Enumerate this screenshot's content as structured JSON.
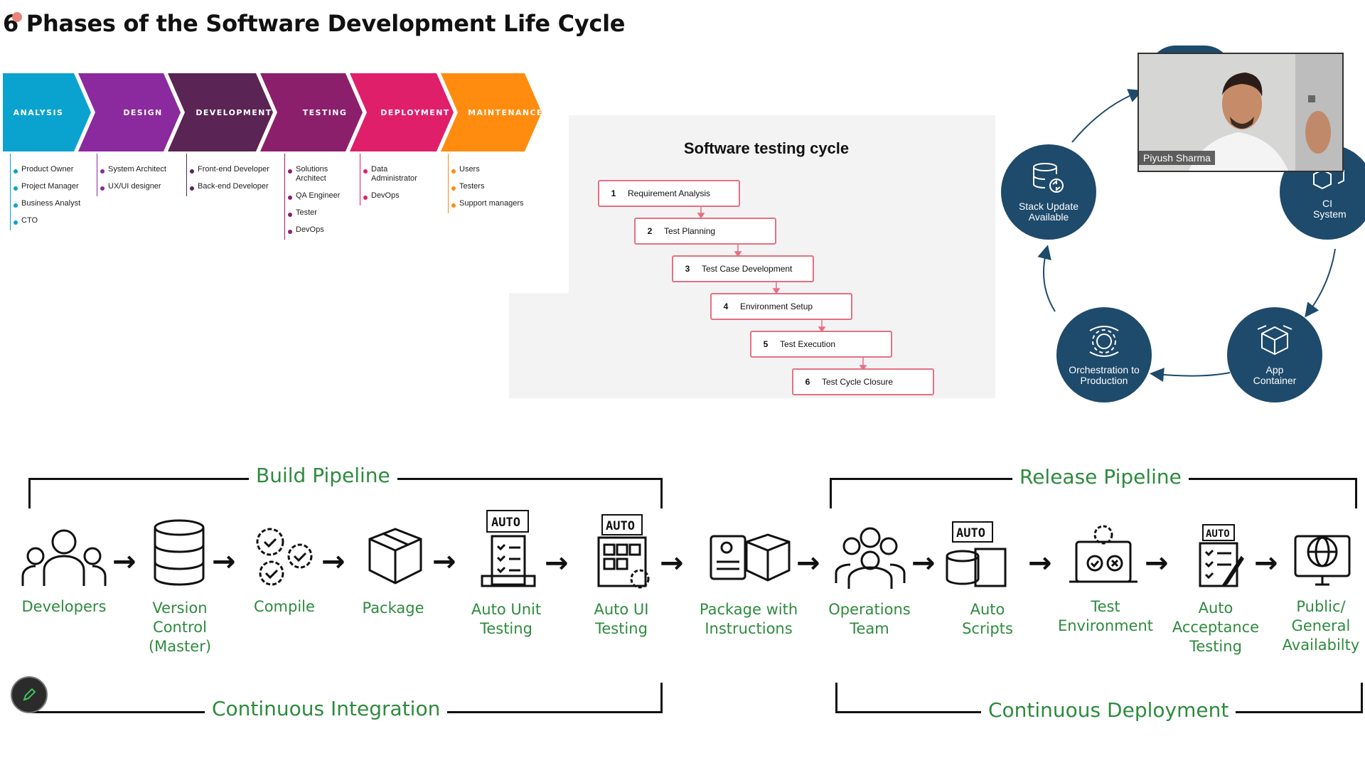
{
  "title": "6 Phases of the Software Development Life Cycle",
  "sdlc": {
    "phases": [
      {
        "label": "ANALYSIS",
        "color": "#0aa3cf",
        "roles": [
          "Product Owner",
          "Project Manager",
          "Business Analyst",
          "CTO"
        ]
      },
      {
        "label": "DESIGN",
        "color": "#8a2a9e",
        "roles": [
          "System Architect",
          "UX/UI designer"
        ]
      },
      {
        "label": "DEVELOPMENT",
        "color": "#5a2455",
        "roles": [
          "Front-end Developer",
          "Back-end Developer"
        ]
      },
      {
        "label": "TESTING",
        "color": "#8c1f6c",
        "roles": [
          "Solutions Architect",
          "QA Engineer",
          "Tester",
          "DevOps"
        ]
      },
      {
        "label": "DEPLOYMENT",
        "color": "#e01f6b",
        "roles": [
          "Data Administrator",
          "DevOps"
        ]
      },
      {
        "label": "MAINTENANCE",
        "color": "#ff8c0f",
        "roles": [
          "Users",
          "Testers",
          "Support managers"
        ]
      }
    ]
  },
  "testing_cycle": {
    "title": "Software testing cycle",
    "steps": [
      {
        "num": "1",
        "label": "Requirement Analysis"
      },
      {
        "num": "2",
        "label": "Test Planning"
      },
      {
        "num": "3",
        "label": "Test Case Development"
      },
      {
        "num": "4",
        "label": "Environment Setup"
      },
      {
        "num": "5",
        "label": "Test Execution"
      },
      {
        "num": "6",
        "label": "Test Cycle Closure"
      }
    ]
  },
  "cloud_cycle": {
    "stack": "Stack Update Available",
    "ci": "CI System",
    "app": "App Container",
    "orch": "Orchestration to Production"
  },
  "video": {
    "name": "Piyush Sharma"
  },
  "pipeline": {
    "build_title": "Build Pipeline",
    "release_title": "Release Pipeline",
    "ci_title": "Continuous Integration",
    "cd_title": "Continuous Deployment",
    "steps": [
      {
        "label": "Developers"
      },
      {
        "label": "Version Control (Master)"
      },
      {
        "label": "Compile"
      },
      {
        "label": "Package"
      },
      {
        "label": "Auto Unit Testing"
      },
      {
        "label": "Auto UI Testing"
      },
      {
        "label": "Package with Instructions"
      },
      {
        "label": "Operations Team"
      },
      {
        "label": "Auto Scripts"
      },
      {
        "label": "Test Environment"
      },
      {
        "label": "Auto Acceptance Testing"
      },
      {
        "label": "Public/ General Availabilty"
      }
    ],
    "auto_badge": "AUTO"
  }
}
